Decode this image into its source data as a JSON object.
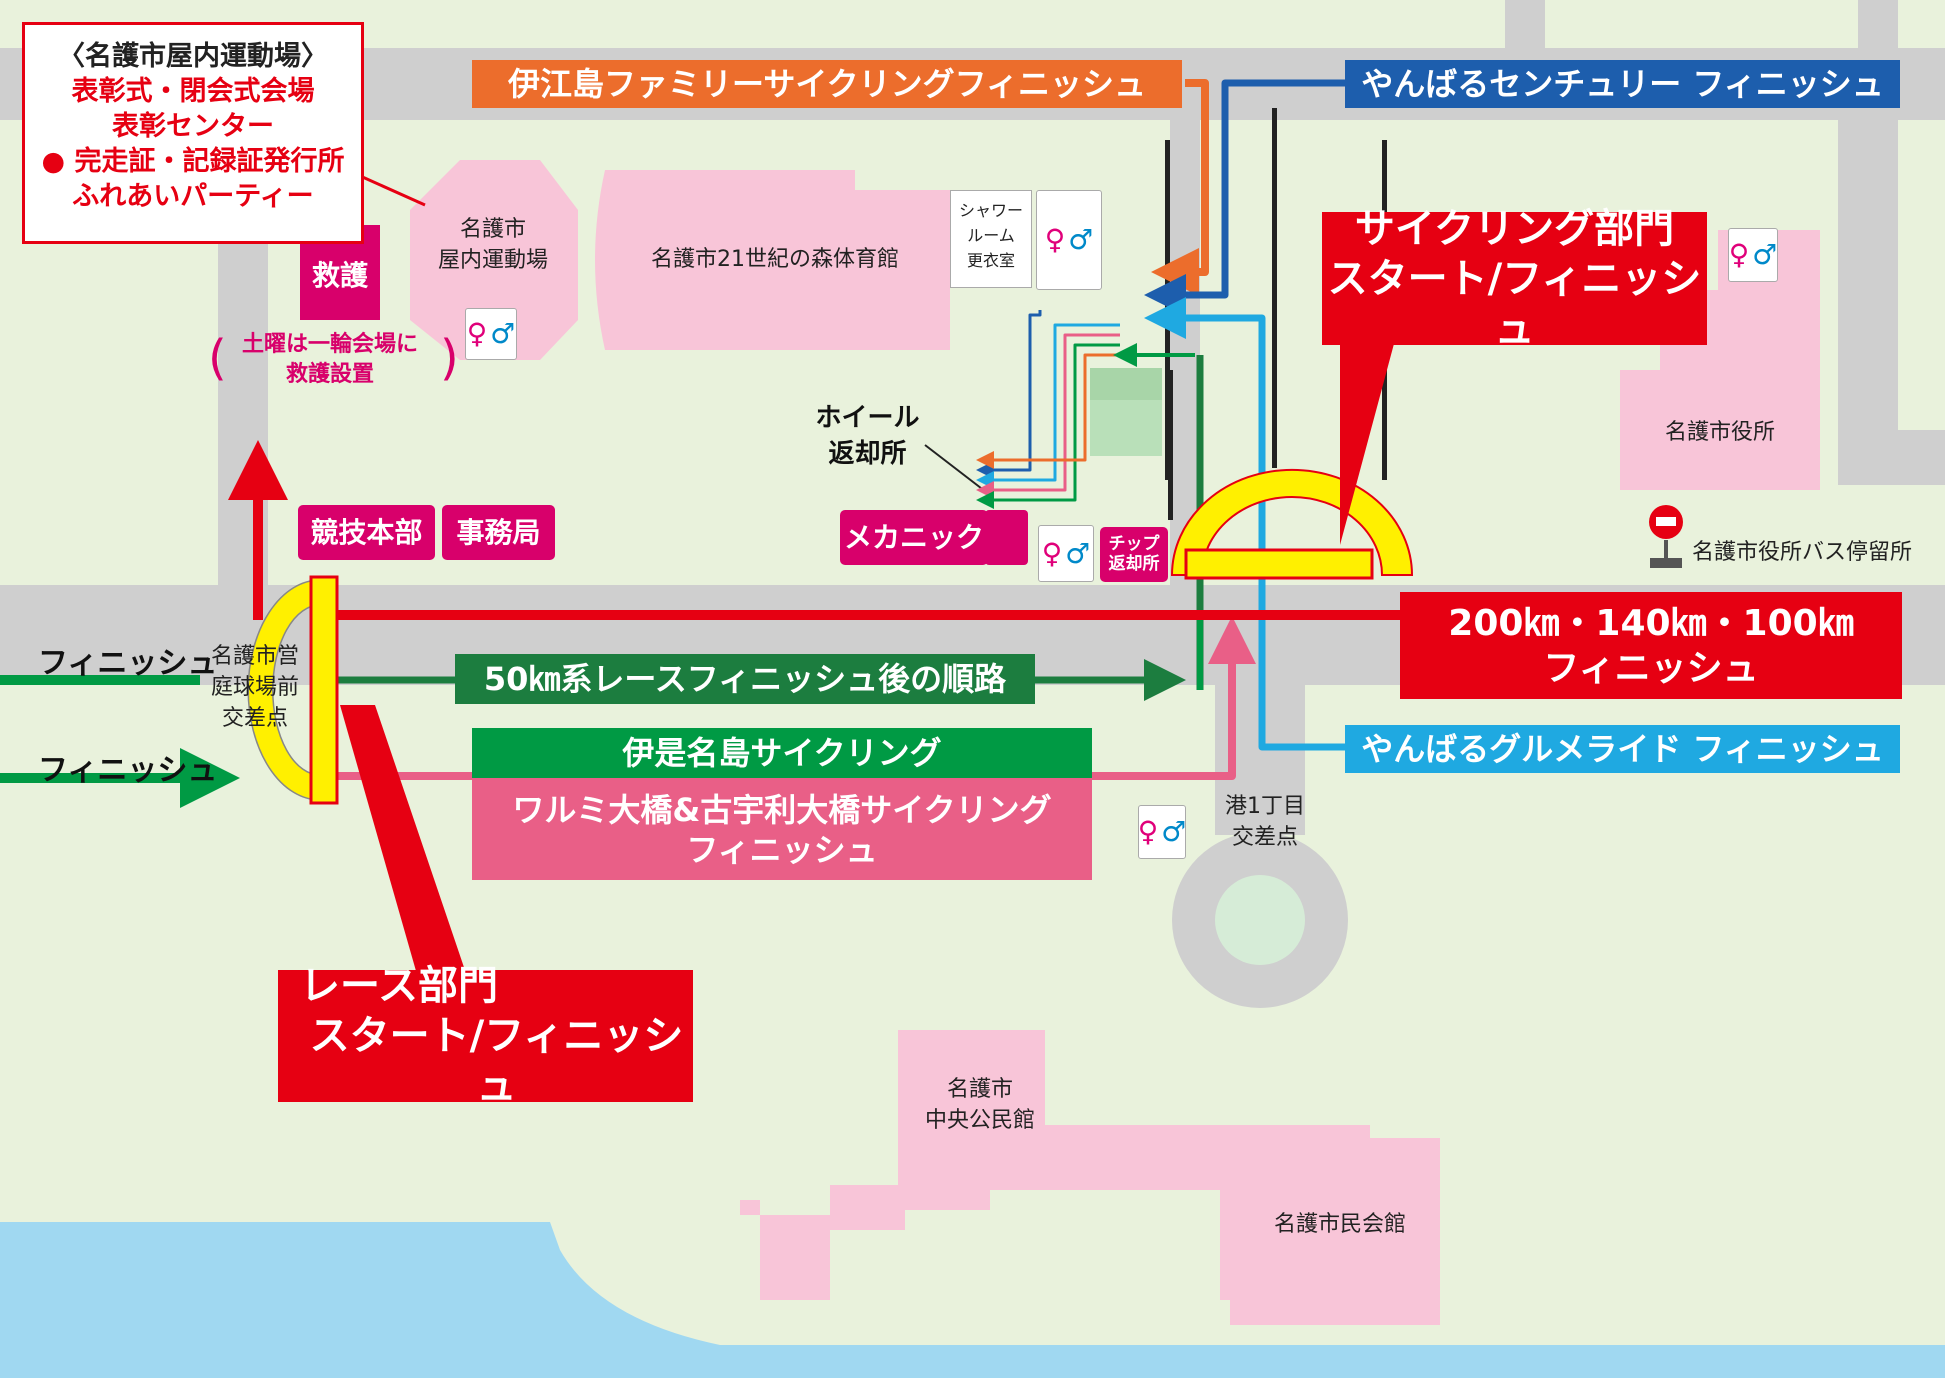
{
  "venue_box": {
    "title": "〈名護市屋内運動場〉",
    "line1": "表彰式・閉会式会場",
    "line2": "表彰センター",
    "line3": "● 完走証・記録証発行所",
    "line4": "ふれあいパーティー"
  },
  "routes": {
    "ie_family": "伊江島ファミリーサイクリングフィニッシュ",
    "yanbaru_century": "やんばるセンチュリー フィニッシュ",
    "yanbaru_gourmet": "やんばるグルメライド フィニッシュ",
    "race_50km_after": "50㎞系レースフィニッシュ後の順路",
    "izena": "伊是名島サイクリング",
    "warumi_line1": "ワルミ大橋&古宇利大橋サイクリング",
    "warumi_line2": "フィニッシュ",
    "long_line1": "200㎞・140㎞・100㎞",
    "long_line2": "フィニッシュ",
    "finish_arrow_1": "フィニッシュ",
    "finish_arrow_2": "フィニッシュ"
  },
  "callouts": {
    "cycling_line1": "サイクリング部門",
    "cycling_line2": "スタート/フィニッシュ",
    "race_line1": "レース部門",
    "race_line2": "スタート/フィニッシュ"
  },
  "facilities": {
    "aid": "救護",
    "aid_note_line1": "土曜は一輪会場に",
    "aid_note_line2": "救護設置",
    "race_hq": "競技本部",
    "secretariat": "事務局",
    "mechanic": "メカニック",
    "chip_return_line1": "チップ",
    "chip_return_line2": "返却所",
    "wheel_return_line1": "ホイール",
    "wheel_return_line2": "返却所",
    "shower_line1": "シャワー",
    "shower_line2": "ルーム",
    "shower_line3": "更衣室"
  },
  "buildings": {
    "indoor_gym_line1": "名護市",
    "indoor_gym_line2": "屋内運動場",
    "forest_gym": "名護市21世紀の森体育館",
    "city_hall": "名護市役所",
    "bus_stop": "名護市役所バス停留所",
    "community_center_line1": "名護市",
    "community_center_line2": "中央公民館",
    "civic_hall": "名護市民会館"
  },
  "intersections": {
    "tennis_line1": "名護市営",
    "tennis_line2": "庭球場前",
    "tennis_line3": "交差点",
    "minato_line1": "港1丁目",
    "minato_line2": "交差点"
  },
  "colors": {
    "red": "#e60012",
    "orange": "#ec6d2c",
    "blue_dark": "#1d5ead",
    "blue_light": "#1fa9e1",
    "green": "#009a44",
    "green_dark": "#1c7d3f",
    "pink": "#e95f87",
    "magenta": "#d8006b",
    "building_pink": "#f8c5d8",
    "road_gray": "#cfcfcf",
    "sea_blue": "#a0d8f1",
    "yellow_gate": "#fff000"
  },
  "icons": {
    "restroom": "restroom-icon",
    "bus_stop": "bus-stop-sign-icon",
    "arrow": "arrow-icon"
  }
}
